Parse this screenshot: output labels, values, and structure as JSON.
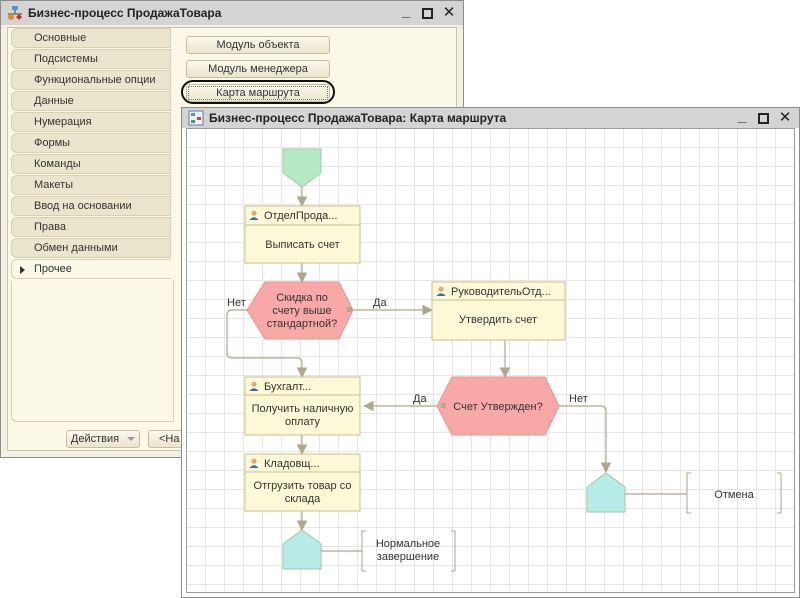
{
  "window1": {
    "title": "Бизнес-процесс ПродажаТовара",
    "tabs": [
      {
        "label": "Основные"
      },
      {
        "label": "Подсистемы"
      },
      {
        "label": "Функциональные опции"
      },
      {
        "label": "Данные"
      },
      {
        "label": "Нумерация"
      },
      {
        "label": "Формы"
      },
      {
        "label": "Команды"
      },
      {
        "label": "Макеты"
      },
      {
        "label": "Ввод на основании"
      },
      {
        "label": "Права"
      },
      {
        "label": "Обмен данными"
      },
      {
        "label": "Прочее",
        "active": true
      }
    ],
    "buttons": {
      "object_module": "Модуль объекта",
      "manager_module": "Модуль менеджера",
      "route_map": "Карта маршрута"
    },
    "footer": {
      "actions": "Действия",
      "back": "<На"
    }
  },
  "window2": {
    "title": "Бизнес-процесс ПродажаТовара: Карта маршрута",
    "nodes": {
      "start": {
        "type": "start"
      },
      "task1": {
        "performer": "ОтделПрода...",
        "text": "Выписать счет"
      },
      "cond1": {
        "lines": [
          "Скидка по",
          "счету выше",
          "стандартной?"
        ]
      },
      "task2": {
        "performer": "РуководительОтд...",
        "text": "Утвердить счет"
      },
      "cond2": {
        "text": "Счет Утвержден?"
      },
      "task3": {
        "performer": "Бухгалт...",
        "lines": [
          "Получить наличную",
          "оплату"
        ]
      },
      "task4": {
        "performer": "Кладовщ...",
        "lines": [
          "Отгрузить товар со",
          "склада"
        ]
      },
      "end1": {
        "lines": [
          "Нормальное",
          "завершение"
        ]
      },
      "end2": {
        "text": "Отмена"
      }
    },
    "edge_labels": {
      "cond1_no": "Нет",
      "cond1_yes": "Да",
      "cond2_yes": "Да",
      "cond2_no": "Нет"
    }
  },
  "colors": {
    "start": "#b7e9c6",
    "task_fill": "#fdf9d7",
    "task_border": "#c8c090",
    "condition": "#f9a8a8",
    "end": "#b8ece8",
    "edge": "#b0a88a"
  }
}
